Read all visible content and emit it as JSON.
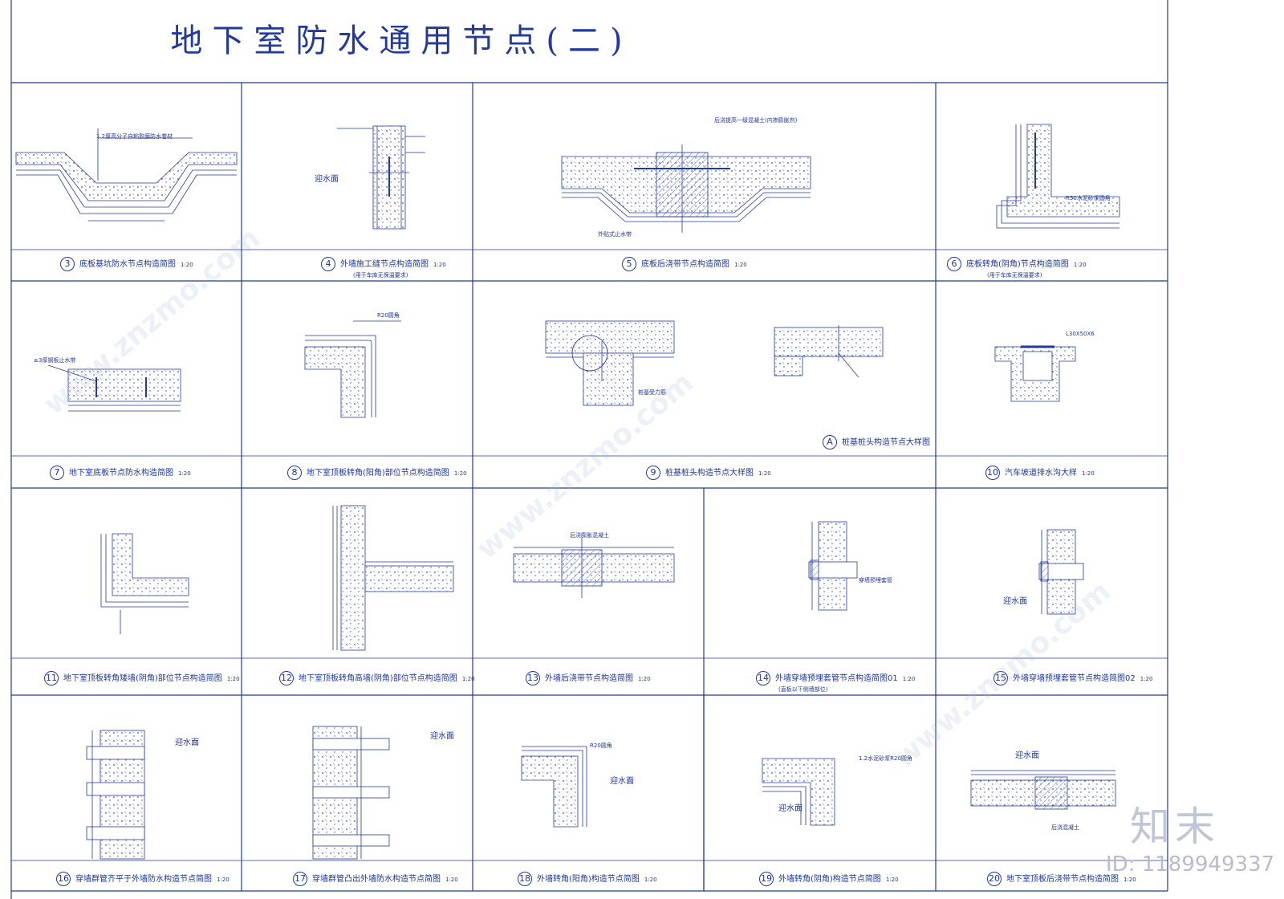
{
  "title": "地下室防水通用节点(二)",
  "panels": [
    {
      "num": "3",
      "caption": "底板基坑防水节点构造简图",
      "scale": "1:20",
      "sub": ""
    },
    {
      "num": "4",
      "caption": "外墙施工缝节点构造简图",
      "scale": "1:20",
      "sub": "(用于车库无保温要求)"
    },
    {
      "num": "5",
      "caption": "底板后浇带节点构造简图",
      "scale": "1:20",
      "sub": ""
    },
    {
      "num": "6",
      "caption": "底板转角(阴角)节点构造简图",
      "scale": "1:20",
      "sub": "(用于车库无保温要求)"
    },
    {
      "num": "7",
      "caption": "地下室底板节点防水构造简图",
      "scale": "1:20",
      "sub": ""
    },
    {
      "num": "8",
      "caption": "地下室顶板转角(阳角)部位节点构造简图",
      "scale": "1:20",
      "sub": ""
    },
    {
      "num": "9",
      "caption": "桩基桩头构造节点大样图",
      "scale": "1:20",
      "sub": ""
    },
    {
      "num": "10",
      "caption": "汽车坡道排水沟大样",
      "scale": "1:20",
      "sub": ""
    },
    {
      "num": "11",
      "caption": "地下室顶板转角矮墙(阴角)部位节点构造简图",
      "scale": "1:20",
      "sub": ""
    },
    {
      "num": "12",
      "caption": "地下室顶板转角高墙(阴角)部位节点构造简图",
      "scale": "1:20",
      "sub": ""
    },
    {
      "num": "13",
      "caption": "外墙后浇带节点构造简图",
      "scale": "1:20",
      "sub": ""
    },
    {
      "num": "14",
      "caption": "外墙穿墙预埋套管节点构造简图01",
      "scale": "1:20",
      "sub": "(直板以下侧墙部位)"
    },
    {
      "num": "15",
      "caption": "外墙穿墙预埋套管节点构造简图02",
      "scale": "1:20",
      "sub": ""
    },
    {
      "num": "16",
      "caption": "穿墙群管齐平于外墙防水构造节点简图",
      "scale": "1:20",
      "sub": ""
    },
    {
      "num": "17",
      "caption": "穿墙群管凸出外墙防水构造节点简图",
      "scale": "1:20",
      "sub": ""
    },
    {
      "num": "18",
      "caption": "外墙转角(阳角)构造节点简图",
      "scale": "1:20",
      "sub": ""
    },
    {
      "num": "19",
      "caption": "外墙转角(阴角)构造节点简图",
      "scale": "1:20",
      "sub": ""
    },
    {
      "num": "20",
      "caption": "地下室顶板后浇带节点构造简图",
      "scale": "1:20",
      "sub": ""
    }
  ],
  "detail_a": {
    "num": "A",
    "caption": "桩基桩头构造节点大样图"
  },
  "labels": {
    "p4_face": "迎水面",
    "p15_face": "迎水面",
    "p16_face": "迎水面",
    "p17_face": "迎水面",
    "p18_face": "迎水面",
    "p19_face": "迎水面",
    "p20_face": "迎水面",
    "p3_layer": "1.2厚高分子自粘胶膜防水卷材",
    "p5_band": "后浇提高一级混凝土(内掺膨胀剂)",
    "p5_stop": "外贴式止水带",
    "p6_r": "R50水泥砂浆圆角",
    "p7_stop": "≥3厚钢板止水带",
    "p8_r": "R20圆角",
    "p9_pile": "桩基受力筋",
    "p10_angle": "L30X50X6",
    "p13_band": "后浇膨胀混凝土",
    "p14_pipe": "穿墙预埋套管",
    "p18_r": "R20圆角",
    "p19_r": "1.2水泥砂浆R20圆角",
    "p20_band": "后浇混凝土"
  },
  "watermark": {
    "logo": "知末",
    "id": "ID: 1189949337",
    "site": "www.znzmo.com"
  }
}
